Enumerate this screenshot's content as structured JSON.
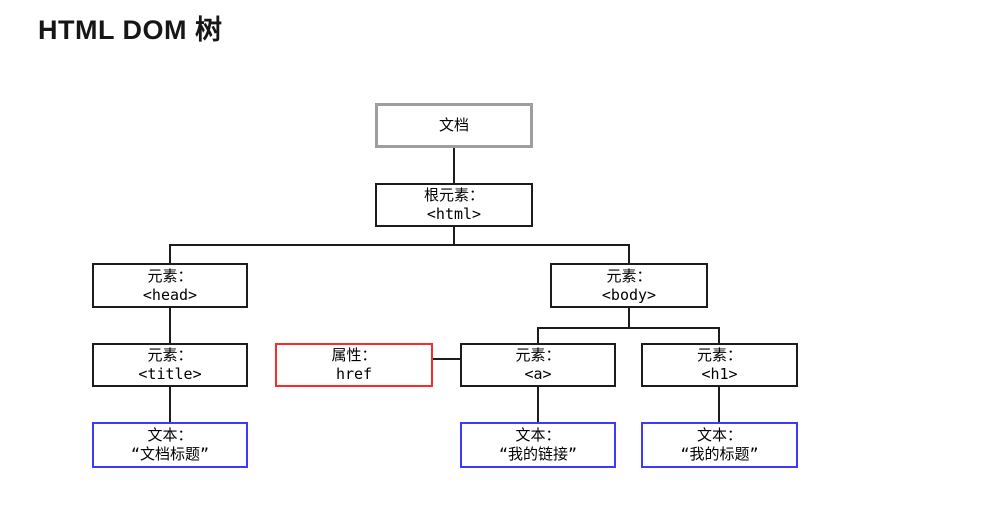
{
  "page_title": "HTML DOM 树",
  "colors": {
    "background": "#ffffff",
    "line": "#1c1c1c",
    "node_border": "#1c1c1c",
    "document_border": "#9e9e9e",
    "attribute_border": "#fb2b2b",
    "text_border": "#3b3bfb",
    "node_text": "#000000",
    "title_text": "#161616"
  },
  "nodes": {
    "document": {
      "line1": "文档"
    },
    "root_element": {
      "line1": "根元素：",
      "line2": "<html>"
    },
    "head_element": {
      "line1": "元素：",
      "line2": "<head>"
    },
    "body_element": {
      "line1": "元素：",
      "line2": "<body>"
    },
    "title_element": {
      "line1": "元素：",
      "line2": "<title>"
    },
    "href_attribute": {
      "line1": "属性：",
      "line2": "href"
    },
    "a_element": {
      "line1": "元素：",
      "line2": "<a>"
    },
    "h1_element": {
      "line1": "元素：",
      "line2": "<h1>"
    },
    "title_text_node": {
      "line1": "文本：",
      "line2": "“文档标题”"
    },
    "a_text_node": {
      "line1": "文本：",
      "line2": "“我的链接”"
    },
    "h1_text_node": {
      "line1": "文本：",
      "line2": "“我的标题”"
    }
  }
}
